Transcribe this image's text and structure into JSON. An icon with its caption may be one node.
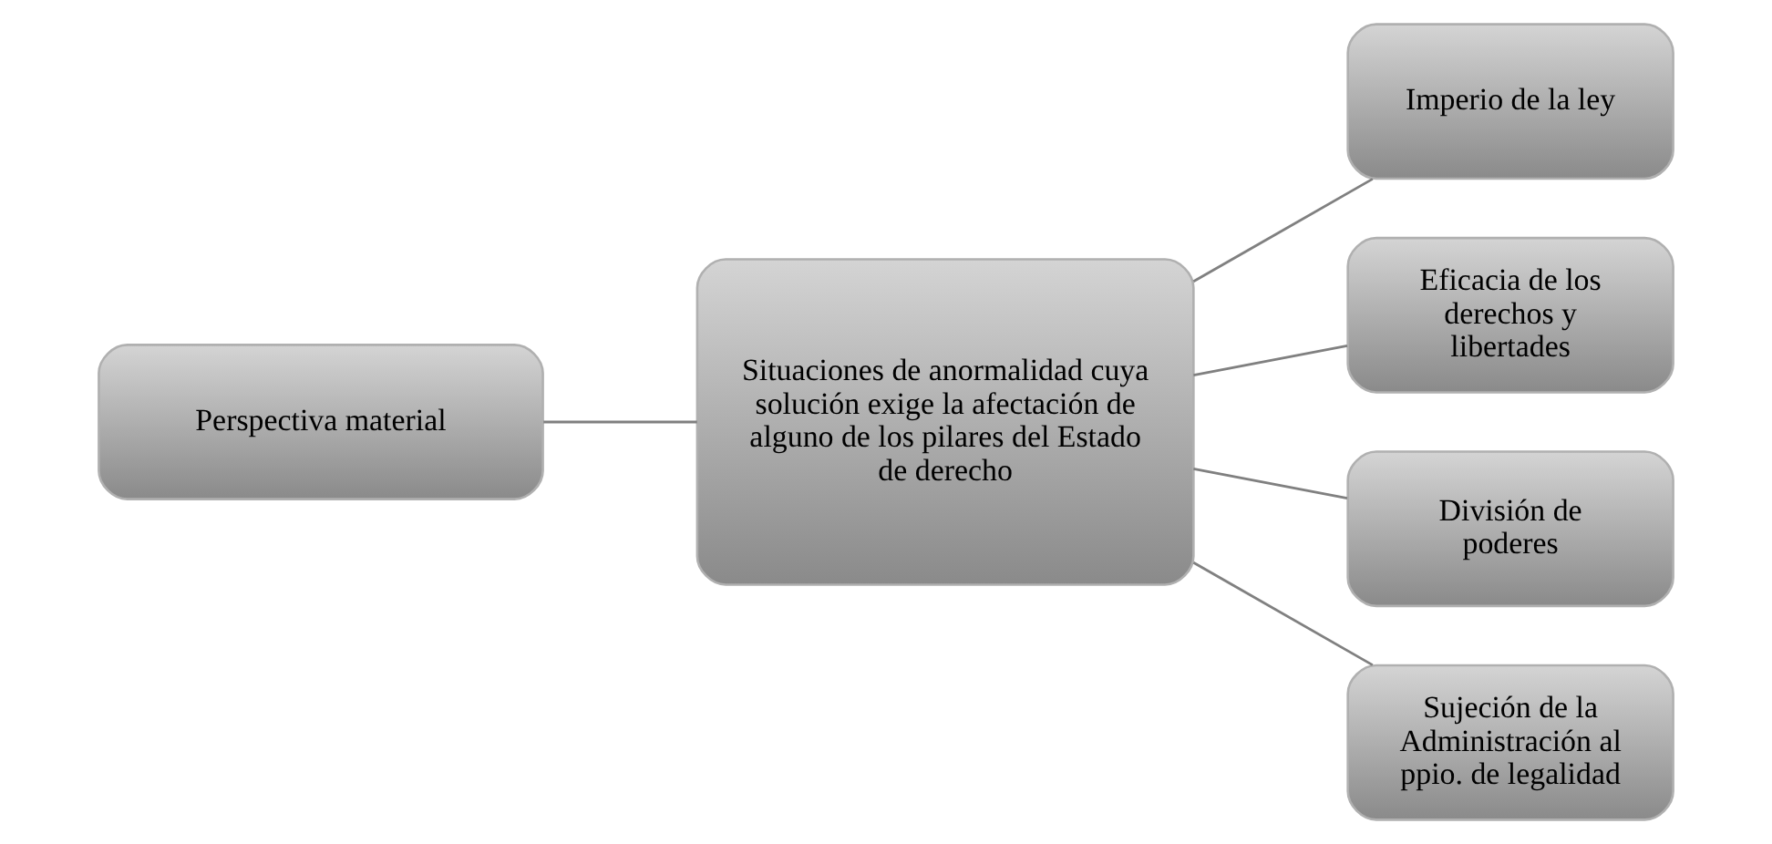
{
  "diagram": {
    "nodes": [
      {
        "text": [
          "Perspectiva material"
        ]
      },
      {
        "text": [
          "Situaciones de anormalidad cuya solución exige la afectación de alguno de los pilares del Estado de derecho"
        ]
      },
      {
        "text": [
          "Imperio de la ley"
        ]
      },
      {
        "text": [
          "Eficacia de los derechos y libertades"
        ]
      },
      {
        "text": [
          "División de poderes"
        ]
      },
      {
        "text": [
          "Sujeción de la Administración al ppio. de legalidad"
        ]
      }
    ],
    "edges": [
      {
        "from": 0,
        "to": 1,
        "arrow": "none"
      },
      {
        "from": 1,
        "to": 2,
        "arrow": "none"
      },
      {
        "from": 1,
        "to": 3,
        "arrow": "none"
      },
      {
        "from": 1,
        "to": 4,
        "arrow": "none"
      },
      {
        "from": 1,
        "to": 5,
        "arrow": "none"
      }
    ]
  }
}
